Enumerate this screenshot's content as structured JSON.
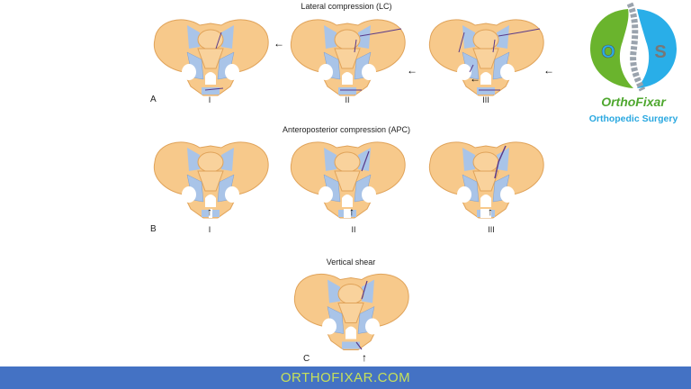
{
  "sections": [
    {
      "title": "Lateral compression (LC)",
      "letter": "A",
      "numerals": [
        "I",
        "II",
        "III"
      ]
    },
    {
      "title": "Anteroposterior compression (APC)",
      "letter": "B",
      "numerals": [
        "I",
        "II",
        "III"
      ]
    },
    {
      "title": "Vertical shear",
      "letter": "C"
    }
  ],
  "logo": {
    "letters": [
      "O",
      "S"
    ],
    "name": "OrthoFixar",
    "tagline": "Orthopedic Surgery"
  },
  "footer": {
    "text": "ORTHOFIXAR.COM"
  },
  "colors": {
    "bone": "#f7c98b",
    "ligament": "#a9c4e8",
    "fracture": "#5a3a8a",
    "footer": "#4472c4",
    "footer_text": "#c6e05a",
    "logo_green": "#6ab42d",
    "logo_blue": "#29aee8"
  }
}
